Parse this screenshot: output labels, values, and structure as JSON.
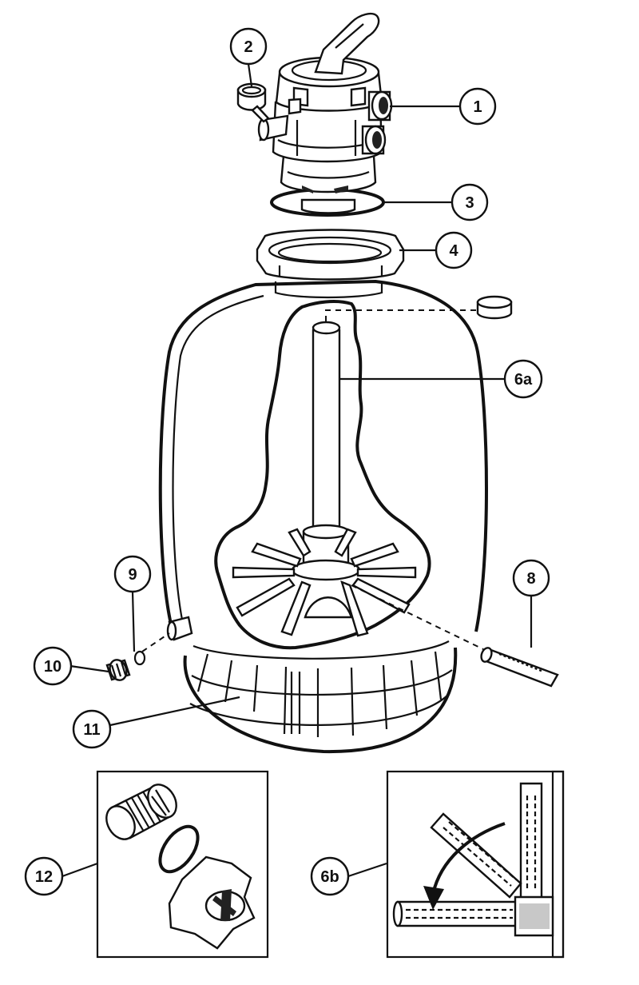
{
  "callouts": [
    {
      "id": "1",
      "label": "1"
    },
    {
      "id": "2",
      "label": "2"
    },
    {
      "id": "3",
      "label": "3"
    },
    {
      "id": "4",
      "label": "4"
    },
    {
      "id": "6a",
      "label": "6a"
    },
    {
      "id": "6b",
      "label": "6b"
    },
    {
      "id": "8",
      "label": "8"
    },
    {
      "id": "9",
      "label": "9"
    },
    {
      "id": "10",
      "label": "10"
    },
    {
      "id": "11",
      "label": "11"
    },
    {
      "id": "12",
      "label": "12"
    }
  ]
}
